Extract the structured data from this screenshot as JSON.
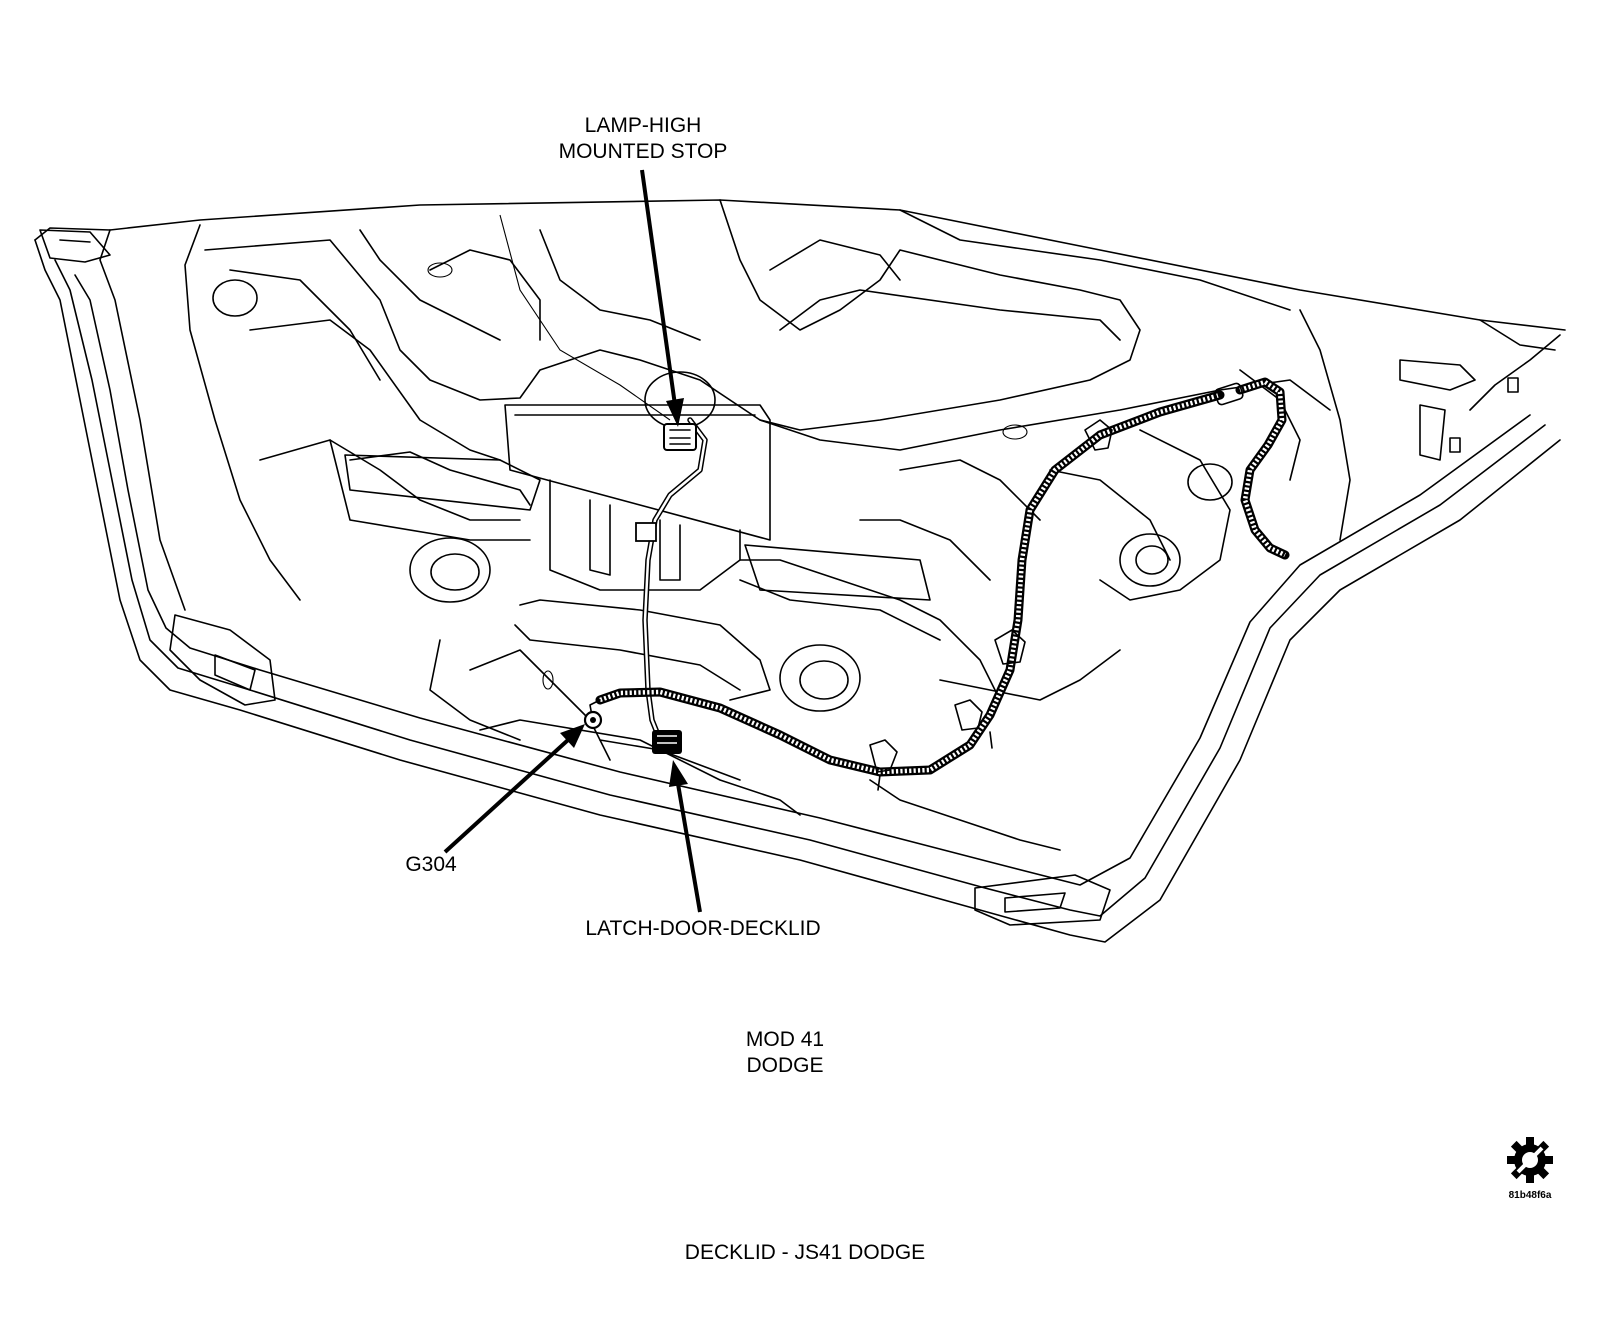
{
  "labels": {
    "lamp_line1": "LAMP-HIGH",
    "lamp_line2": "MOUNTED STOP",
    "g304": "G304",
    "latch": "LATCH-DOOR-DECKLID",
    "mod_line1": "MOD 41",
    "mod_line2": "DODGE",
    "caption": "DECKLID - JS41 DODGE",
    "image_code": "81b48f6a"
  },
  "icons": {
    "logo": "gear-slash-logo-icon"
  }
}
